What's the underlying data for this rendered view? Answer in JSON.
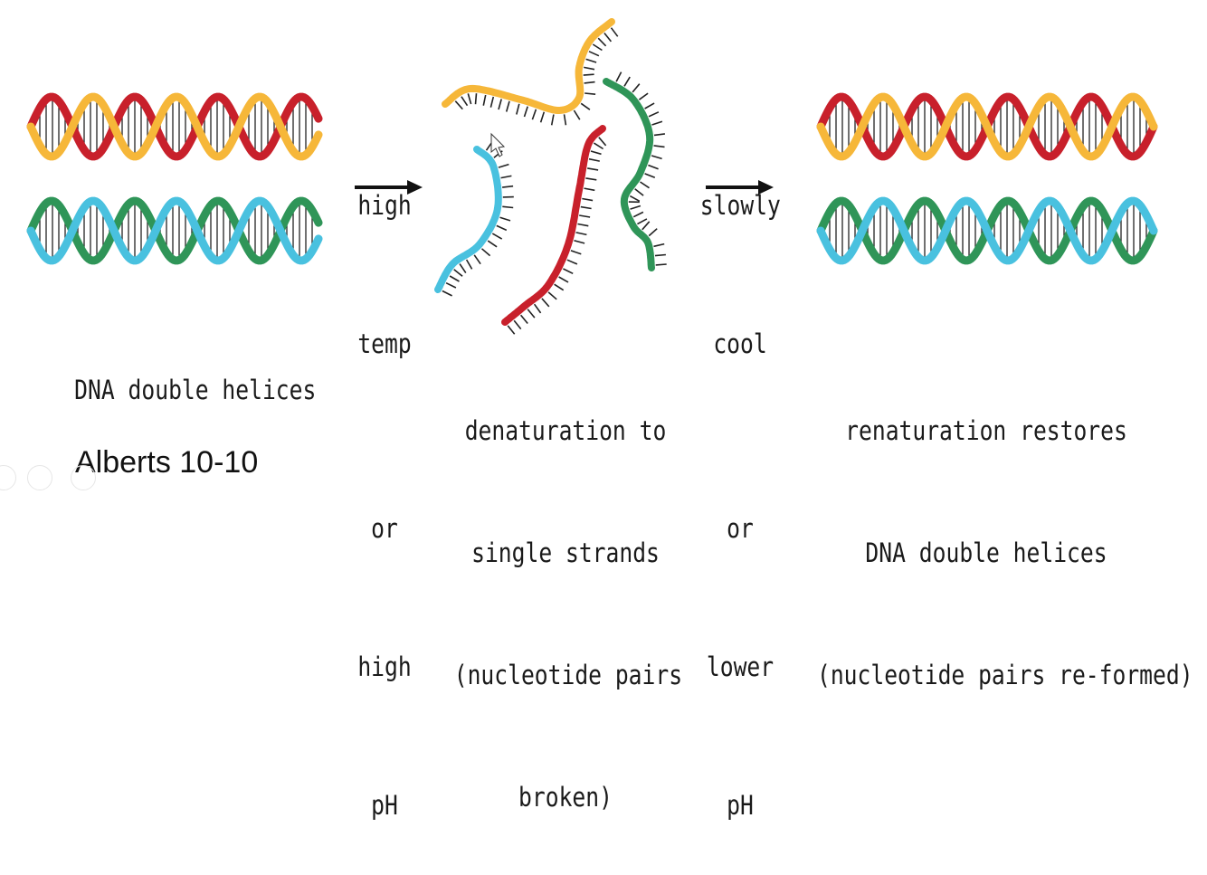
{
  "colors": {
    "orange": "#f6b739",
    "red": "#c8202b",
    "cyan": "#49c1df",
    "green": "#2f9558",
    "rung": "#222222"
  },
  "labels": {
    "left": "DNA double helices",
    "middle": [
      "denaturation to",
      "single strands",
      "(nucleotide pairs",
      "broken)"
    ],
    "right": [
      "renaturation restores",
      "DNA double helices",
      "(nucleotide pairs re-formed)"
    ]
  },
  "conditions": {
    "denature": [
      "high",
      "temp",
      "or",
      "high",
      "pH"
    ],
    "renature": [
      "slowly",
      "cool",
      "or",
      "lower",
      "pH"
    ]
  },
  "credit": "Alberts 10-10",
  "icons": [
    "arrow-right-icon",
    "arrow-right-icon",
    "mouse-cursor-icon",
    "player-control-icon"
  ]
}
